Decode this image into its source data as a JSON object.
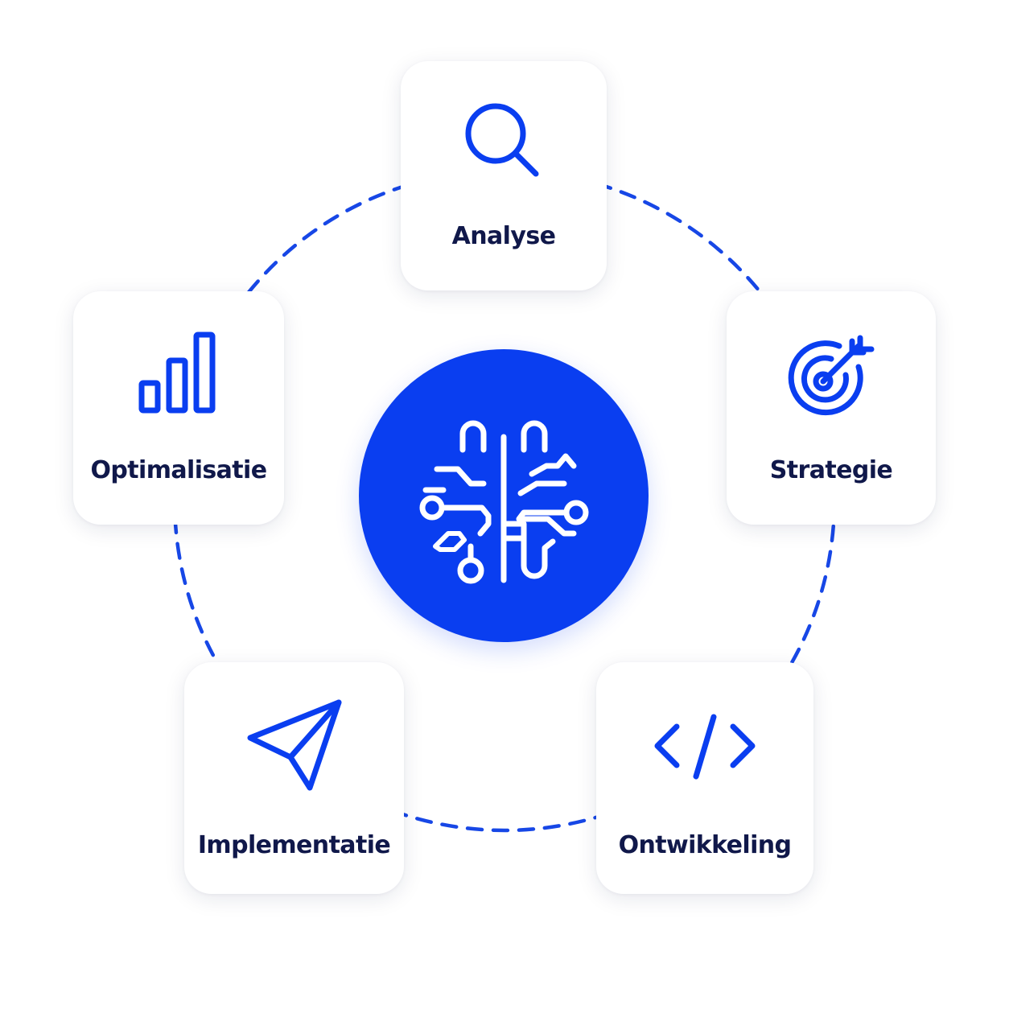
{
  "diagram": {
    "center": {
      "icon": "brain-circuit-icon"
    },
    "steps": [
      {
        "label": "Analyse",
        "icon": "magnifier-icon"
      },
      {
        "label": "Strategie",
        "icon": "target-arrow-icon"
      },
      {
        "label": "Ontwikkeling",
        "icon": "code-brackets-icon"
      },
      {
        "label": "Implementatie",
        "icon": "paper-plane-icon"
      },
      {
        "label": "Optimalisatie",
        "icon": "bar-chart-icon"
      }
    ]
  },
  "colors": {
    "accent": "#0a3ef0",
    "label": "#10184a",
    "card": "#ffffff",
    "connector": "#1747e6"
  }
}
